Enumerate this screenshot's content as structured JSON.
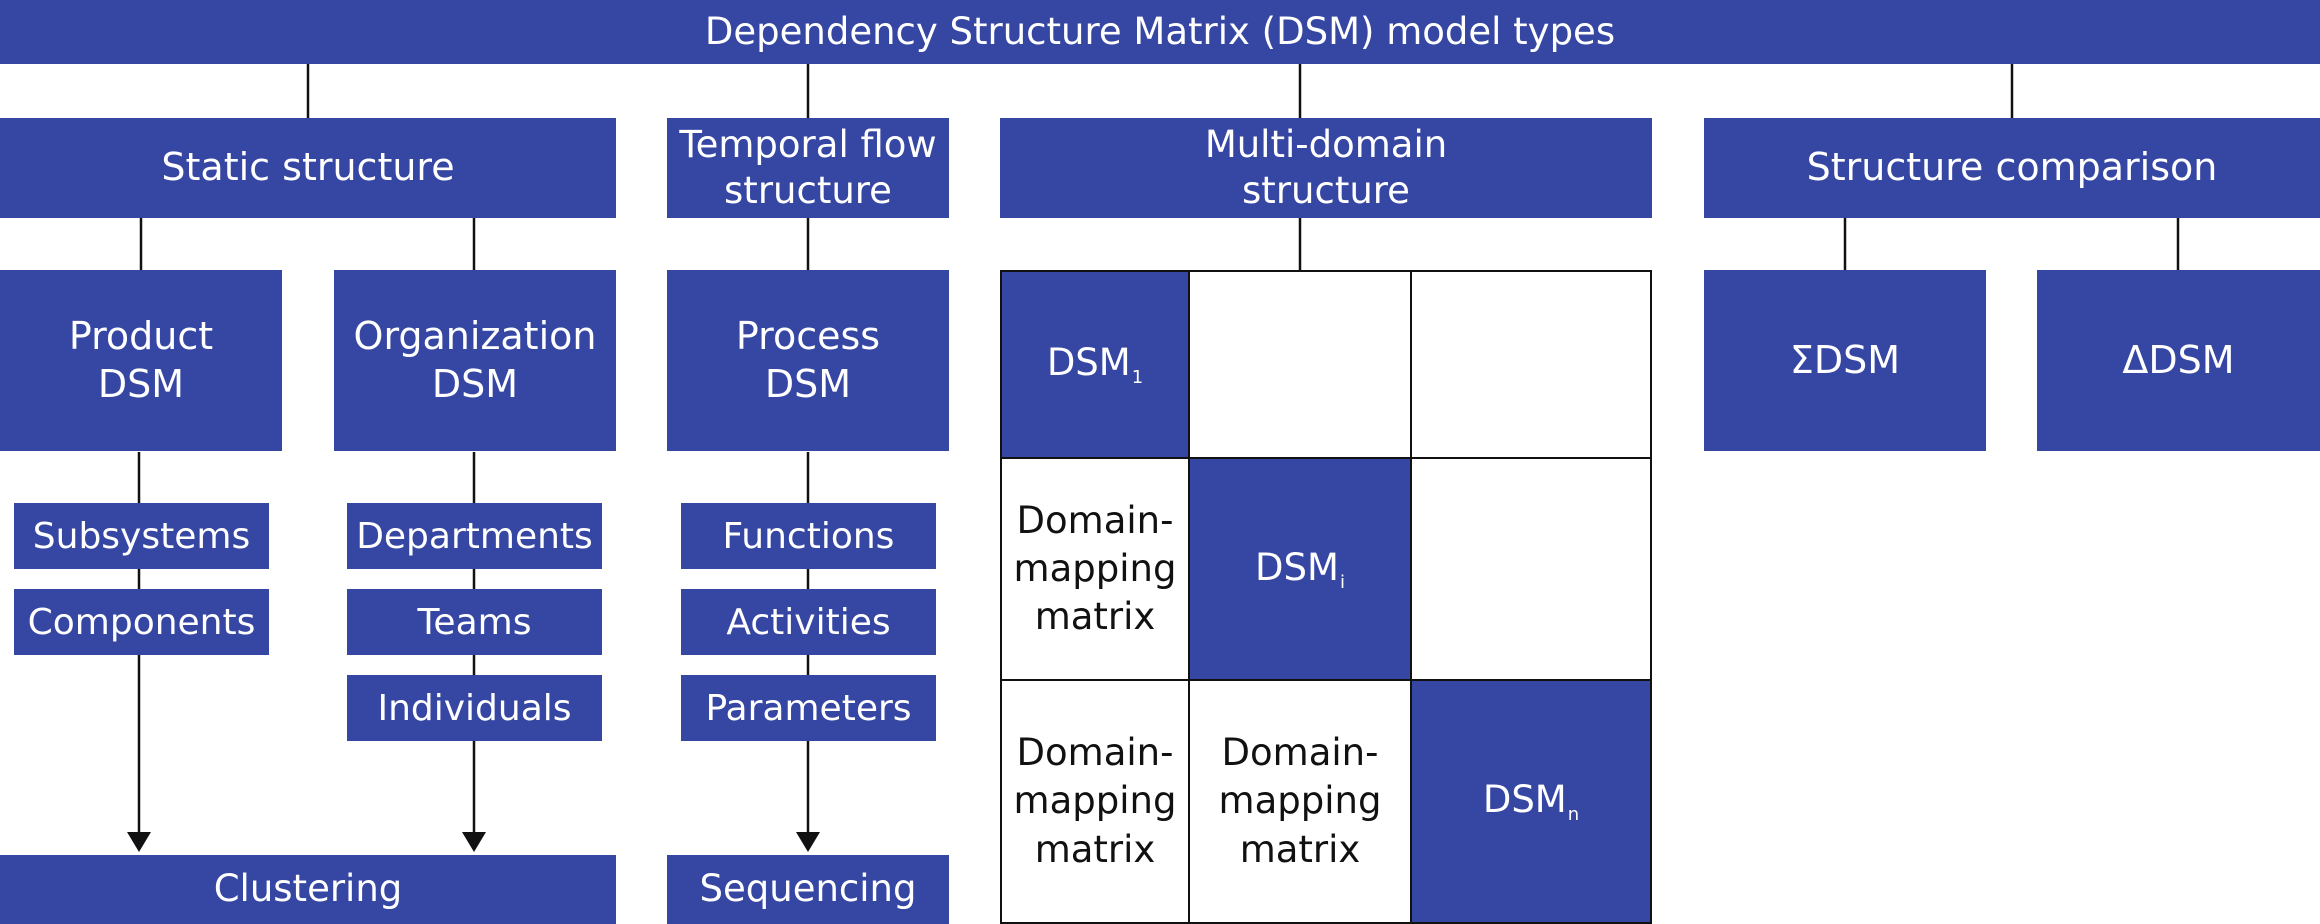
{
  "title": "Dependency Structure Matrix (DSM) model types",
  "categories": {
    "static": "Static structure",
    "temporal": [
      "Temporal flow",
      "structure"
    ],
    "multi": [
      "Multi-domain",
      "structure"
    ],
    "comparison": "Structure comparison"
  },
  "models": {
    "product": [
      "Product",
      "DSM"
    ],
    "organization": [
      "Organization",
      "DSM"
    ],
    "process": [
      "Process",
      "DSM"
    ],
    "sum": "ΣDSM",
    "delta": "ΔDSM"
  },
  "elements": {
    "product": [
      "Subsystems",
      "Components"
    ],
    "organization": [
      "Departments",
      "Teams",
      "Individuals"
    ],
    "process": [
      "Functions",
      "Activities",
      "Parameters"
    ]
  },
  "outcomes": {
    "clustering": "Clustering",
    "sequencing": "Sequencing"
  },
  "matrix": {
    "dsm_base": "DSM",
    "sub_1": "1",
    "sub_i": "i",
    "sub_n": "n",
    "dmm": [
      "Domain-",
      "mapping",
      "matrix"
    ]
  },
  "colors": {
    "box": "#3646a3",
    "line": "#111111",
    "text_on_box": "#ffffff"
  }
}
